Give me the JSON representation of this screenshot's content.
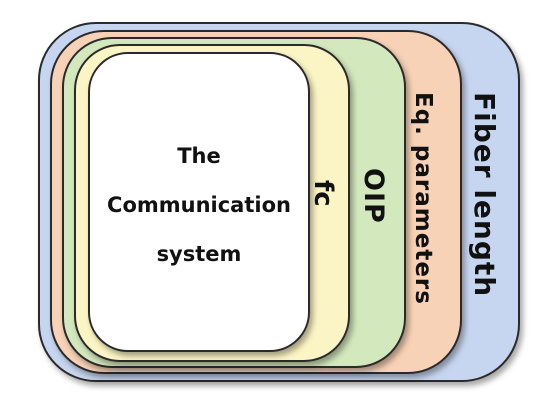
{
  "layers": {
    "fiber": {
      "label": "Fiber length",
      "fill": "#c7d6f0"
    },
    "eq": {
      "label": "Eq. parameters",
      "fill": "#f8d2b6"
    },
    "oip": {
      "label": "OIP",
      "fill": "#d3e8bd"
    },
    "fc": {
      "label": "fc",
      "fill": "#fbf5c5"
    },
    "core": {
      "lines": [
        "The",
        "Communication",
        "system"
      ],
      "fill": "#ffffff"
    }
  }
}
